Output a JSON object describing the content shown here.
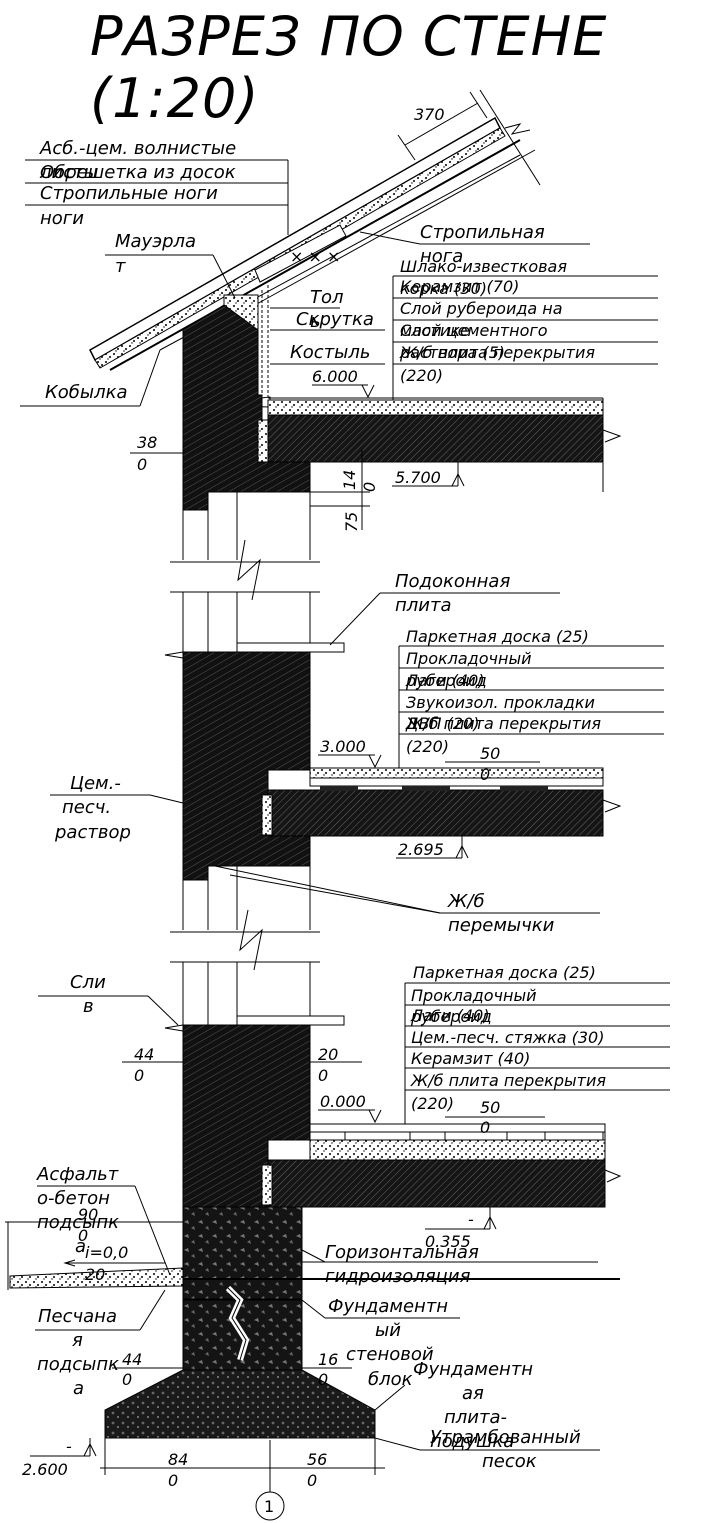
{
  "title_line1": "РАЗРЕЗ ПО СТЕНЕ",
  "title_line2": "(1:20)",
  "roof": {
    "dim_370": "370",
    "labels": [
      "Асб.-цем. волнистые листы",
      "Обрешетка из досок",
      "Стропильные ноги"
    ],
    "label_1a": "Асб.-цем. волнистые",
    "label_1b": "листы",
    "mauerlat_a": "Мауэрла",
    "mauerlat_b": "т",
    "rafter_a": "Стропильная",
    "rafter_b": "нога",
    "tol_a": "Тол",
    "tol_b": "ь",
    "skrutka": "Скрутка",
    "kostyl": "Костыль",
    "kobylka": "Кобылка",
    "attic_a": "Шлако-известковая",
    "attic_b": "корка (30)",
    "attic_c": "Керамзит (70)",
    "attic_d": "Слой рубероида на",
    "attic_e": "мастике",
    "attic_f": "Слой цементного",
    "attic_g": "раствора (5)",
    "attic_h": "Ж/б плита перекрытия",
    "attic_i": "(220)",
    "level_6000": "6.000",
    "level_5700": "5.700",
    "dim_380a": "38",
    "dim_380b": "0",
    "dim_140a": "14",
    "dim_140b": "0",
    "dim_75": "75"
  },
  "floor2": {
    "sill_a": "Подоконная",
    "sill_b": "плита",
    "f_a": "Паркетная доска (25)",
    "f_b": "Прокладочный",
    "f_c": "рубероид",
    "f_d": "Лаги (40)",
    "f_e": "Звукоизол. прокладки",
    "f_f": "ДВП (20)",
    "f_g": "Ж/б плита перекрытия",
    "f_h": "(220)",
    "level_3000": "3.000",
    "level_2695": "2.695",
    "dim_500a": "50",
    "dim_500b": "0",
    "mortar_a": "Цем.-",
    "mortar_b": "песч.",
    "mortar_c": "раствор",
    "lintel_a": "Ж/б",
    "lintel_b": "перемычки"
  },
  "floor1": {
    "sliv_a": "Сли",
    "sliv_b": "в",
    "f_a": "Паркетная доска (25)",
    "f_b": "Прокладочный",
    "f_c": "рубероид",
    "f_d": "Лаги (40)",
    "f_e": "Цем.-песч. стяжка (30)",
    "f_f": "Керамзит (40)",
    "f_g": "Ж/б плита перекрытия",
    "f_h": "(220)",
    "dim_440a": "44",
    "dim_440b": "0",
    "dim_200a": "20",
    "dim_200b": "0",
    "level_0000": "0.000",
    "dim_500a": "50",
    "dim_500b": "0",
    "level_m0355a": "-",
    "level_m0355b": "0.355"
  },
  "foundation": {
    "asphalt_a": "Асфальт",
    "asphalt_b": "о-бетон",
    "podsypka_a": "подсыпк",
    "podsypka_b": "а",
    "dim_900a": "90",
    "dim_900b": "0",
    "slope_a": "i=0,0",
    "slope_b": "20",
    "sand_a": "Песчана",
    "sand_b": "я",
    "sand_c": "подсыпк",
    "sand_d": "а",
    "hydro_a": "Горизонтальная",
    "hydro_b": "гидроизоляция",
    "block_a": "Фундаментн",
    "block_b": "ый",
    "block_c": "стеновой",
    "block_d": "блок",
    "cushion_a": "Фундаментн",
    "cushion_b": "ая",
    "cushion_c": "плита-",
    "cushion_d": "подушка",
    "rammed_a": "Утрамбованный",
    "rammed_b": "песок",
    "dim_440a": "44",
    "dim_440b": "0",
    "dim_160a": "16",
    "dim_160b": "0",
    "level_m2600a": "-",
    "level_m2600b": "2.600",
    "dim_840a": "84",
    "dim_840b": "0",
    "dim_560a": "56",
    "dim_560b": "0",
    "axis": "1"
  }
}
